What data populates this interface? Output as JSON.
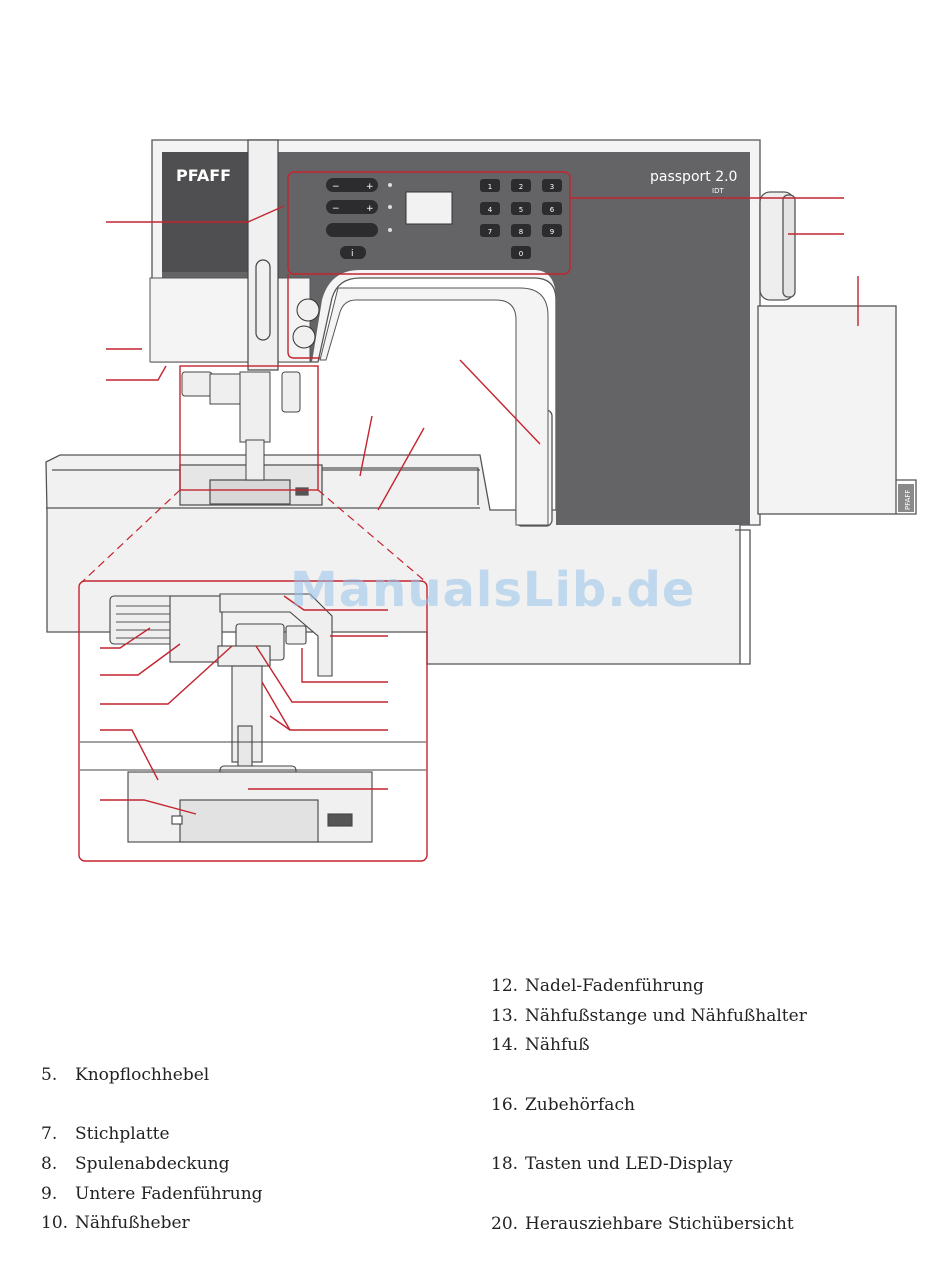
{
  "figure": {
    "brand": "PFAFF",
    "model": "passport 2.0",
    "model_badge": "IDT",
    "side_label": "PFAFF",
    "keypad_keys": [
      "1",
      "2",
      "3",
      "4",
      "5",
      "6",
      "7",
      "8",
      "9",
      "0"
    ],
    "info_key": "i",
    "left_keys": [
      "−",
      "+",
      "−",
      "+"
    ]
  },
  "parts_left": [
    {
      "num": "5.",
      "label": "Knopflochhebel"
    },
    {
      "num": "",
      "label": ""
    },
    {
      "num": "7.",
      "label": "Stichplatte"
    },
    {
      "num": "8.",
      "label": "Spulenabdeckung"
    },
    {
      "num": "9.",
      "label": "Untere Fadenführung"
    },
    {
      "num": "10.",
      "label": "Nähfußheber"
    }
  ],
  "parts_right": [
    {
      "num": "12.",
      "label": "Nadel-Fadenführung"
    },
    {
      "num": "13.",
      "label": "Nähfußstange und Nähfußhalter"
    },
    {
      "num": "14.",
      "label": "Nähfuß"
    },
    {
      "num": "",
      "label": ""
    },
    {
      "num": "16.",
      "label": "Zubehörfach"
    },
    {
      "num": "",
      "label": ""
    },
    {
      "num": "18.",
      "label": "Tasten und LED-Display"
    },
    {
      "num": "",
      "label": ""
    },
    {
      "num": "20.",
      "label": "Herausziehbare Stichübersicht"
    }
  ],
  "watermark": "ManualsLib.de",
  "colors": {
    "accent": "#c4242f",
    "panel": "#646466",
    "outline": "#555555"
  }
}
